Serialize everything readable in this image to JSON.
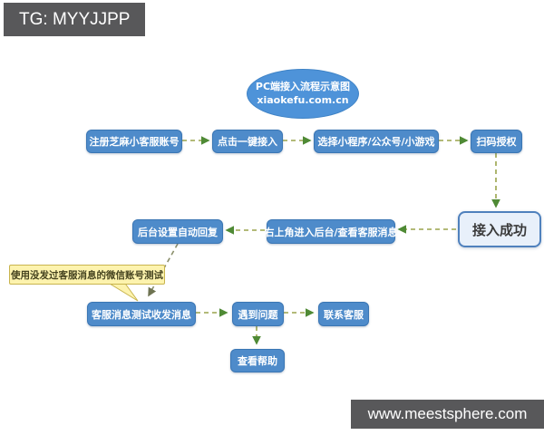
{
  "watermarks": {
    "top": "TG: MYYJJPP",
    "bottom": "www.meestsphere.com"
  },
  "diagram": {
    "title": {
      "line1": "PC端接入流程示意图",
      "line2": "xiaokefu.com.cn"
    },
    "nodes": {
      "register": "注册芝麻小客服账号",
      "one_click": "点击一键接入",
      "choose": "选择小程序/公众号/小游戏",
      "scan": "扫码授权",
      "success": "接入成功",
      "backend_enter": "右上角进入后台/查看客服消息",
      "auto_reply": "后台设置自动回复",
      "test_msg": "客服消息测试收发消息",
      "problem": "遇到问题",
      "contact": "联系客服",
      "help": "查看帮助"
    },
    "callout": "使用没发过客服消息的微信账号测试",
    "colors": {
      "node_blue": "#4e8bca",
      "success_fill": "#e8f0fa",
      "success_border": "#4f81bd",
      "ellipse_blue": "#4e93d9",
      "arrow_olive": "#9aa44b",
      "arrowhead_green": "#4f8a35",
      "callout_yellow": "#fdf3ae",
      "callout_border": "#c8b44e",
      "banner_gray": "#58585a"
    }
  }
}
